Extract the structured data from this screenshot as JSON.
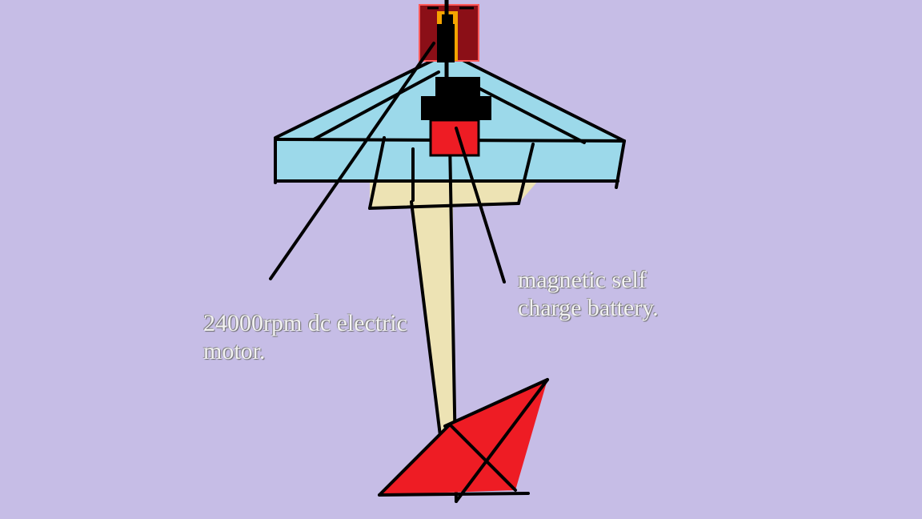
{
  "diagram": {
    "background_color": "#c6bde6",
    "colors": {
      "wing": "#9cd9ea",
      "fuselage": "#ede3b4",
      "tail": "#ee1c24",
      "motor_housing": "#000000",
      "battery": "#ee1c24",
      "top_block": "#8b0f17",
      "top_stripe": "#f5a300",
      "outline": "#000000"
    },
    "annotations": {
      "motor": {
        "line1": "24000rpm dc electric",
        "line2": "motor."
      },
      "battery": {
        "line1": "magnetic self",
        "line2": "charge battery."
      }
    }
  }
}
